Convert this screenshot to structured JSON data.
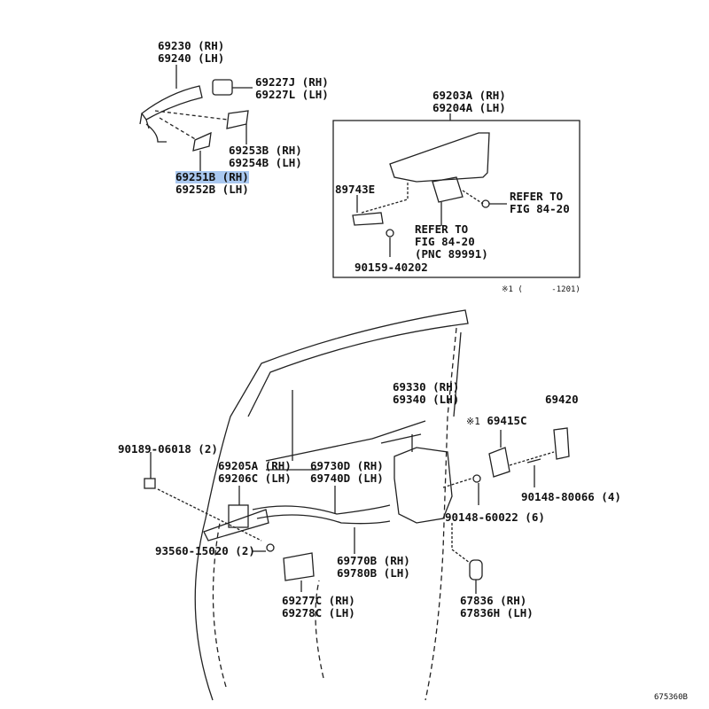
{
  "parts": {
    "handle_cover": {
      "rh": "69230 (RH)",
      "lh": "69240 (LH)"
    },
    "cap": {
      "rh": "69227J (RH)",
      "lh": "69227L (LH)"
    },
    "pad_rear": {
      "rh": "69253B (RH)",
      "lh": "69254B (LH)"
    },
    "pad_front": {
      "rh": "69251B (RH)",
      "lh": "69252B (LH)"
    },
    "frame": {
      "rh": "69203A (RH)",
      "lh": "69204A (LH)"
    },
    "clip": "89743E",
    "refer1": {
      "line1": "REFER TO",
      "line2": "FIG 84-20"
    },
    "refer2": {
      "line1": "REFER TO",
      "line2": "FIG 84-20",
      "line3": "(PNC 89991)"
    },
    "screw1": "90159-40202",
    "note": "※1 (      -1201)",
    "lock": {
      "rh": "69330 (RH)",
      "lh": "69340 (LH)"
    },
    "striker_plate": {
      "mark": "※1",
      "pn": "69415C"
    },
    "striker": "69420",
    "clip2": "90189-06018 (2)",
    "inner_handle": {
      "rh": "69205A (RH)",
      "lh": "69206C (LH)"
    },
    "cable1": {
      "rh": "69730D (RH)",
      "lh": "69740D (LH)"
    },
    "screw2": "90148-80066 (4)",
    "screw3": "90148-60022 (6)",
    "screw4": "93560-15020 (2)",
    "cable2": {
      "rh": "69770B (RH)",
      "lh": "69780B (LH)"
    },
    "bezel": {
      "rh": "69277C (RH)",
      "lh": "69278C (LH)"
    },
    "grommet": {
      "rh": "67836 (RH)",
      "lh": "67836H (LH)"
    },
    "figure_id": "675360B"
  },
  "colors": {
    "highlight": "#a9c8f0",
    "ink": "#111111"
  }
}
